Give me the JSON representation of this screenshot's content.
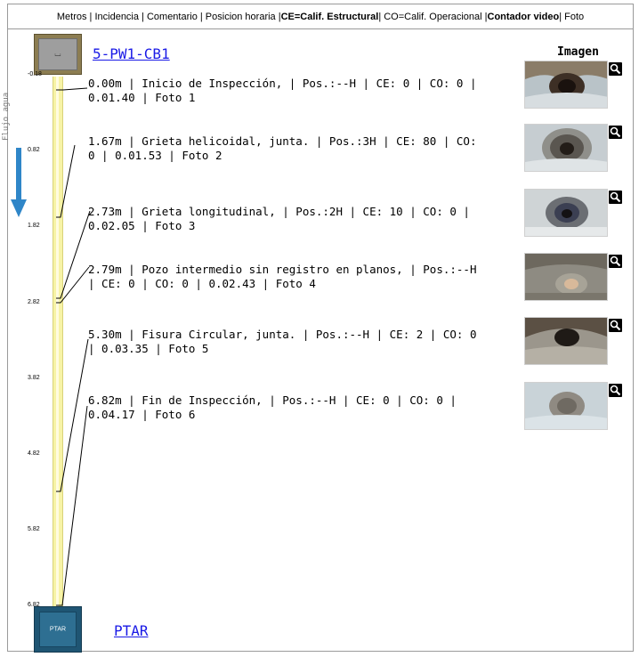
{
  "header": {
    "part1": "Metros | Incidencia | Comentario | Posicion horaria | ",
    "ce": "CE=Calif. Estructural",
    "mid": " | CO=Calif. Operacional | ",
    "contador": "Contador video",
    "end": " | Foto"
  },
  "top_node": {
    "name": "5-PW1-CB1",
    "glyph": "⌴"
  },
  "bottom_node": {
    "name": "PTAR",
    "box_label": "PTAR"
  },
  "flow_label": "Flujo agua",
  "image_column_header": "Imagen",
  "scale_ticks": [
    "-0.18",
    "0.82",
    "1.82",
    "2.82",
    "3.82",
    "4.82",
    "5.82",
    "6.82"
  ],
  "events": [
    {
      "line1": "0.00m | Inicio de Inspección, | Pos.:--H | CE: 0 | CO: 0 |",
      "line2": "0.01.40 | Foto 1",
      "meters": 0.0
    },
    {
      "line1": "1.67m | Grieta helicoidal, junta. | Pos.:3H | CE: 80 | CO:",
      "line2": "0 | 0.01.53 | Foto 2",
      "meters": 1.67
    },
    {
      "line1": "2.73m | Grieta longitudinal, | Pos.:2H | CE: 10 | CO: 0 |",
      "line2": "0.02.05 | Foto 3",
      "meters": 2.73
    },
    {
      "line1": "2.79m | Pozo intermedio sin registro en planos, | Pos.:--H",
      "line2": "| CE: 0 | CO: 0 | 0.02.43 | Foto 4",
      "meters": 2.79
    },
    {
      "line1": "5.30m | Fisura Circular, junta. | Pos.:--H | CE: 2 | CO: 0",
      "line2": "| 0.03.35 | Foto 5",
      "meters": 5.3
    },
    {
      "line1": "6.82m | Fin de Inspección, | Pos.:--H | CE: 0 | CO: 0 |",
      "line2": "0.04.17 | Foto 6",
      "meters": 6.82
    }
  ],
  "colors": {
    "pipe": "#f7f3a6",
    "link": "#1a1ae6",
    "arrow": "#2f86c8",
    "manhole_top": "#8c7d52",
    "manhole_bottom": "#1f5573"
  }
}
